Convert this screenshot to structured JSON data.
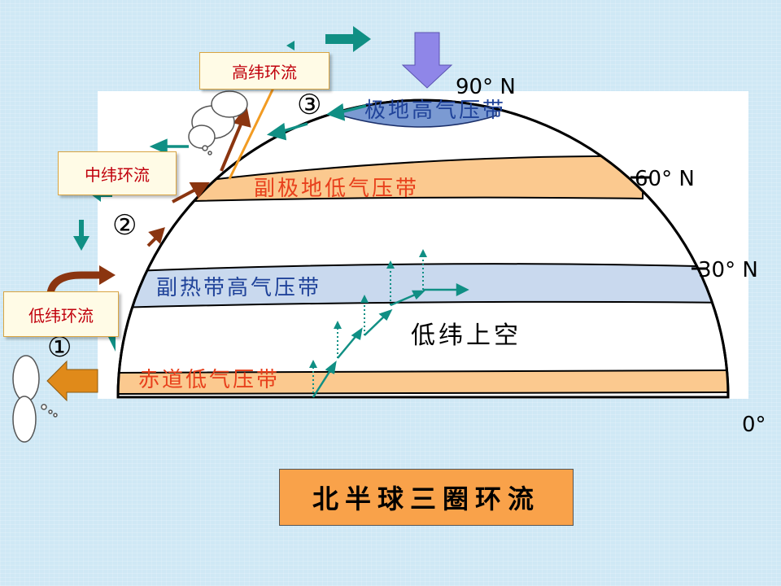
{
  "title": "北半球三圈环流",
  "colors": {
    "low_pressure_band": "#fbc98f",
    "high_pressure_band": "#c9d9ee",
    "polar_cap": "#7b9ad2",
    "red_text": "#e8401c",
    "blue_text": "#20439a",
    "teal_arrow": "#108f84",
    "brown_arrow": "#8b3510",
    "title_fill": "#f9a24a"
  },
  "latitudes": {
    "lat90": "90° N",
    "lat60": "60° N",
    "lat30": "30° N",
    "lat0": "0°"
  },
  "pressure_belts": {
    "polar_high": "极地高气压带",
    "subpolar_low": "副极地低气压带",
    "subtropical_high": "副热带高气压带",
    "equatorial_low": "赤道低气压带"
  },
  "cells": {
    "high_lat": "高纬环流",
    "mid_lat": "中纬环流",
    "low_lat": "低纬环流"
  },
  "cell_numbers": {
    "one": "①",
    "two": "②",
    "three": "③"
  },
  "upper_air_label": "低纬上空"
}
